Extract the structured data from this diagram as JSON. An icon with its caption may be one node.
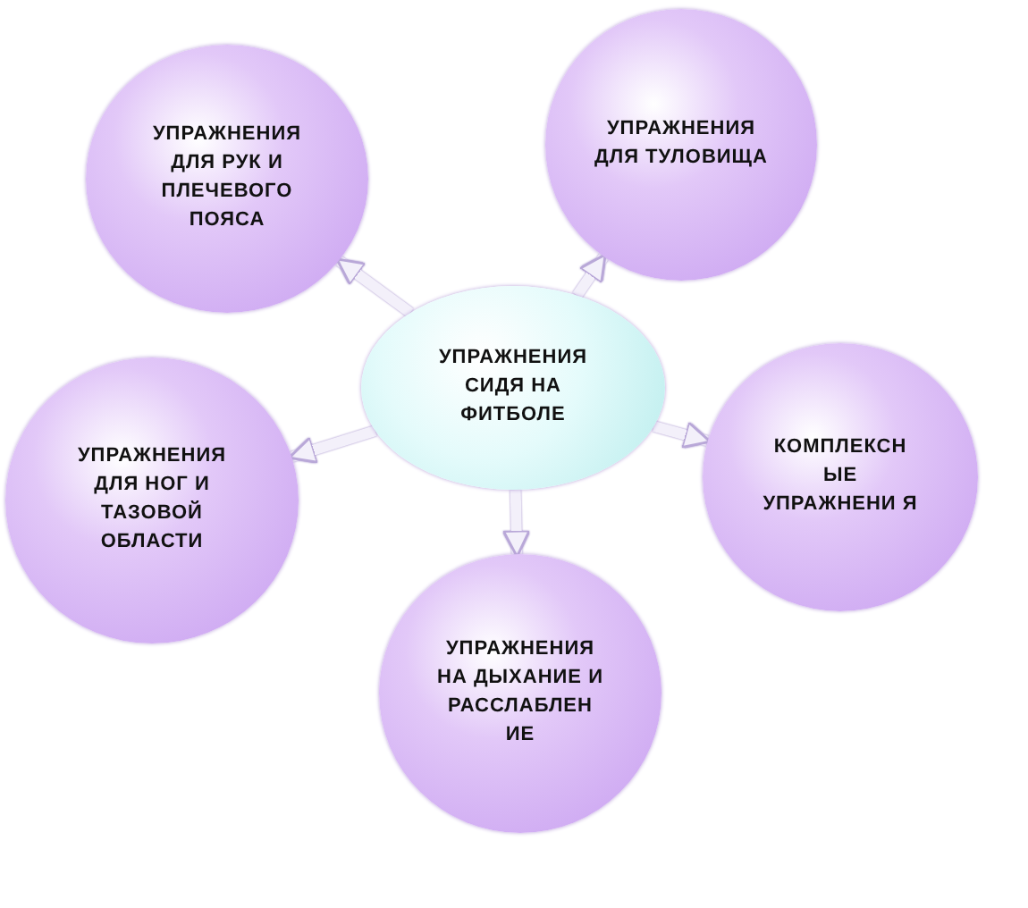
{
  "diagram": {
    "nodes": [
      {
        "text": [
          "УПРАЖНЕНИЯ СИДЯ НА ФИТБОЛЕ"
        ]
      },
      {
        "text": [
          "УПРАЖНЕНИЯ ДЛЯ РУК И ПЛЕЧЕВОГО ПОЯСА"
        ]
      },
      {
        "text": [
          "УПРАЖНЕНИЯ ДЛЯ ТУЛОВИЩА"
        ]
      },
      {
        "text": [
          "УПРАЖНЕНИЯ ДЛЯ НОГ И ТАЗОВОЙ ОБЛАСТИ"
        ]
      },
      {
        "text": [
          "КОМПЛЕКСН ЫЕ УПРАЖНЕНИ Я"
        ]
      },
      {
        "text": [
          "УПРАЖНЕНИЯ НА ДЫХАНИЕ И РАССЛАБЛЕН ИЕ"
        ]
      }
    ],
    "edges": [
      {
        "from": 0,
        "to": 1,
        "arrow": "to"
      },
      {
        "from": 0,
        "to": 2,
        "arrow": "to"
      },
      {
        "from": 0,
        "to": 3,
        "arrow": "to"
      },
      {
        "from": 0,
        "to": 4,
        "arrow": "to"
      },
      {
        "from": 0,
        "to": 5,
        "arrow": "to"
      }
    ]
  }
}
